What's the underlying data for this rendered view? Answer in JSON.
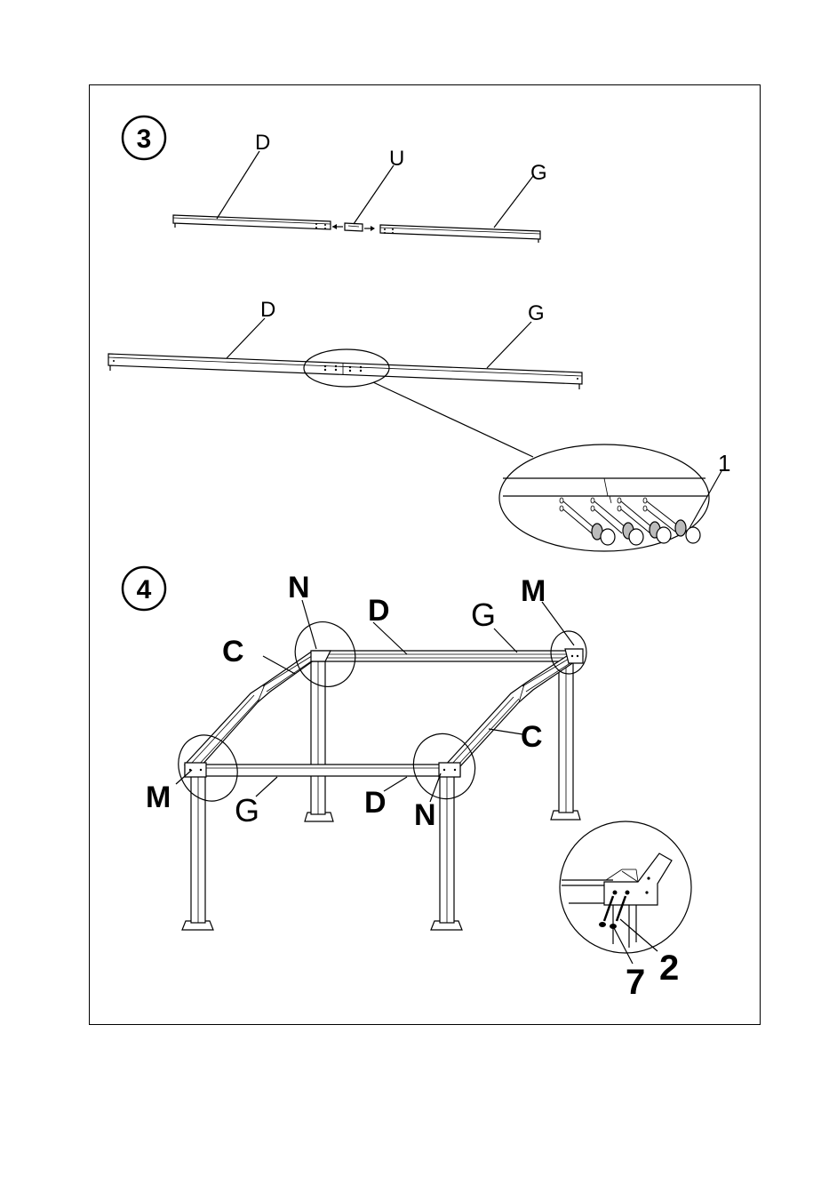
{
  "steps": [
    {
      "number": "3",
      "labels": {
        "d_top": "D",
        "u": "U",
        "g_top": "G",
        "d_assembled": "D",
        "g_assembled": "G",
        "bolt": "1"
      }
    },
    {
      "number": "4",
      "labels": {
        "n_back": "N",
        "d_back": "D",
        "g_back": "G",
        "m_back": "M",
        "c_left": "C",
        "c_right": "C",
        "m_front": "M",
        "g_front": "G",
        "d_front": "D",
        "n_front": "N",
        "screw": "7",
        "bracket": "2"
      }
    }
  ]
}
